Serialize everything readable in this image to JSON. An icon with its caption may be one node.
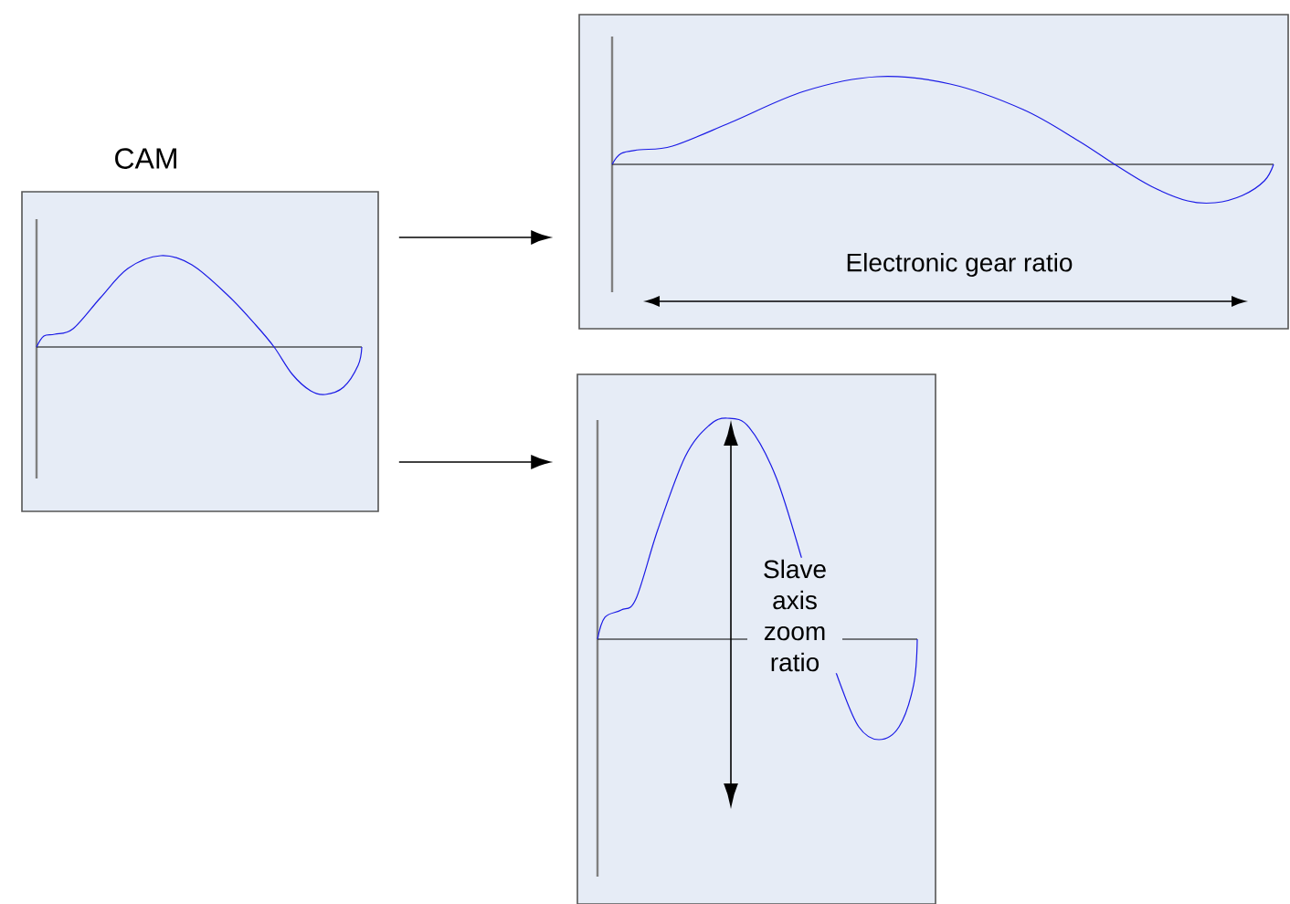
{
  "diagram": {
    "nodes": [
      {
        "text": [
          "CAM"
        ]
      },
      {
        "text": [
          "Electronic gear ratio"
        ]
      },
      {
        "text": [
          "Slave axis zoom ratio"
        ]
      }
    ],
    "edges": [
      {
        "from": 0,
        "to": 1,
        "arrow": "to"
      },
      {
        "from": 0,
        "to": 2,
        "arrow": "to"
      }
    ]
  }
}
